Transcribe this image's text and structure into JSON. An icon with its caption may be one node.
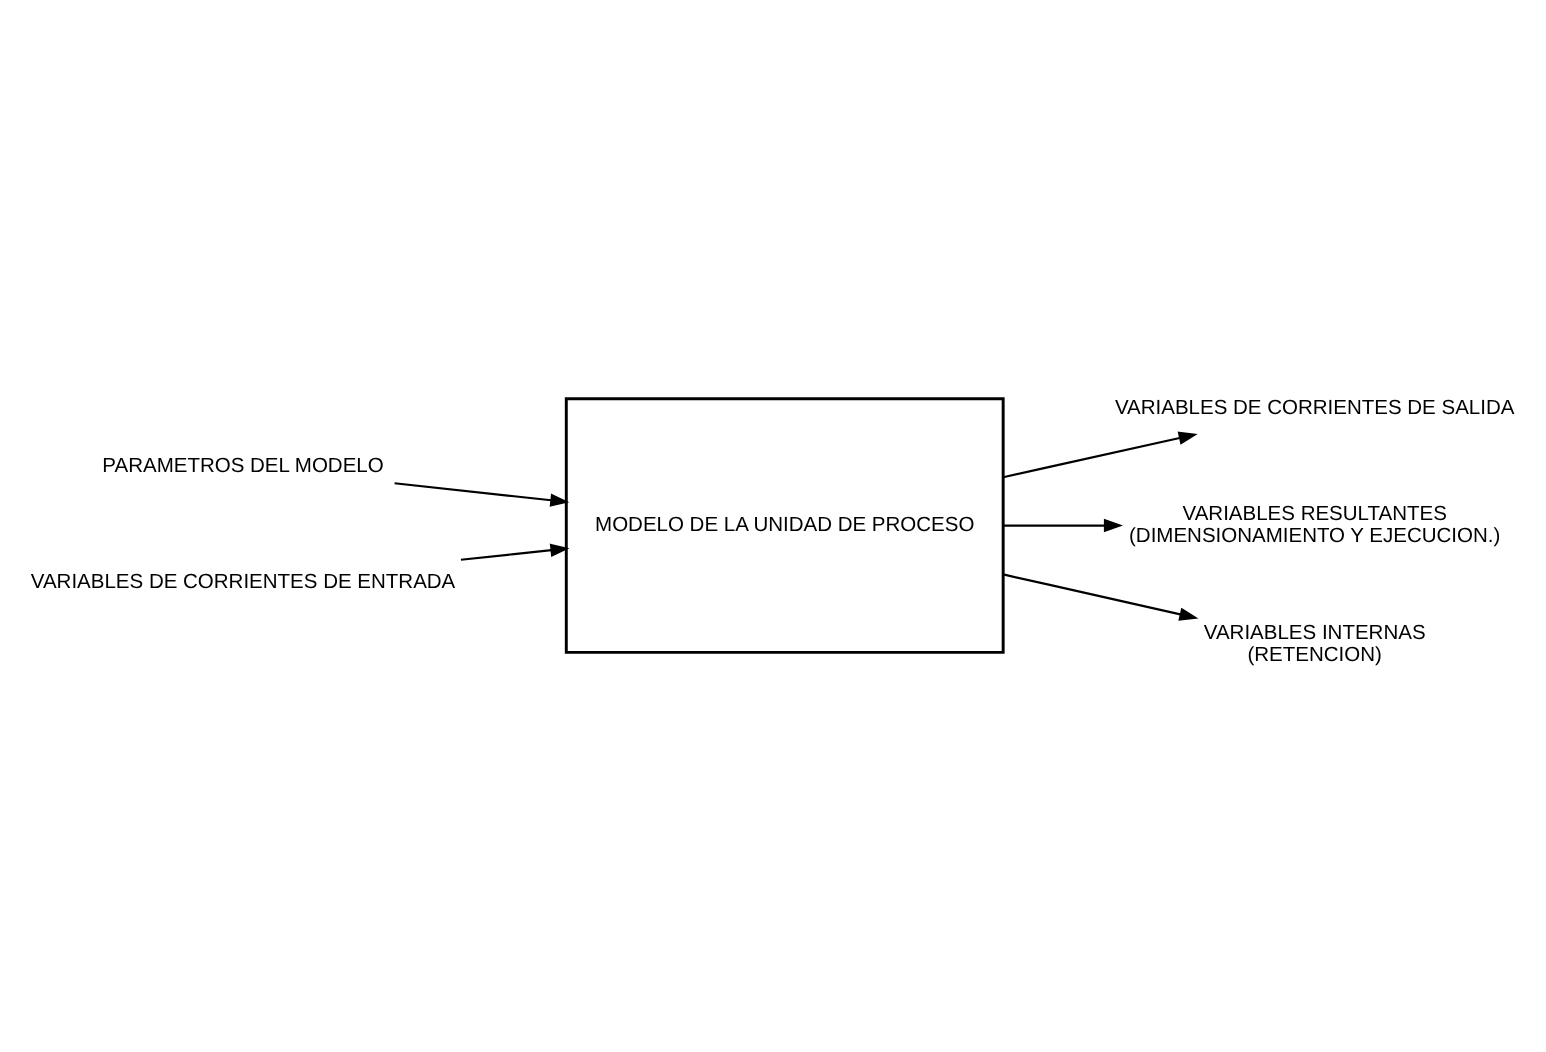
{
  "diagram": {
    "nodes": [
      {
        "text": [
          "PARAMETROS DEL MODELO"
        ]
      },
      {
        "text": [
          "MODELO DE LA UNIDAD DE PROCESO"
        ]
      },
      {
        "text": [
          "VARIABLES DE CORRIENTES DE SALIDA"
        ]
      },
      {
        "text": [
          "VARIABLES DE CORRIENTES DE ENTRADA"
        ]
      },
      {
        "text": [
          "VARIABLES RESULTANTES",
          "(DIMENSIONAMIENTO Y EJECUCION.)"
        ]
      },
      {
        "text": [
          "VARIABLES INTERNAS",
          "(RETENCION)"
        ]
      }
    ],
    "edges": [
      {
        "from": 0,
        "to": 1,
        "arrow": "to"
      },
      {
        "from": 1,
        "to": 2,
        "arrow": "to"
      },
      {
        "from": 3,
        "to": 1,
        "arrow": "to"
      },
      {
        "from": 1,
        "to": 4,
        "arrow": "to"
      },
      {
        "from": 1,
        "to": 5,
        "arrow": "to"
      }
    ]
  }
}
